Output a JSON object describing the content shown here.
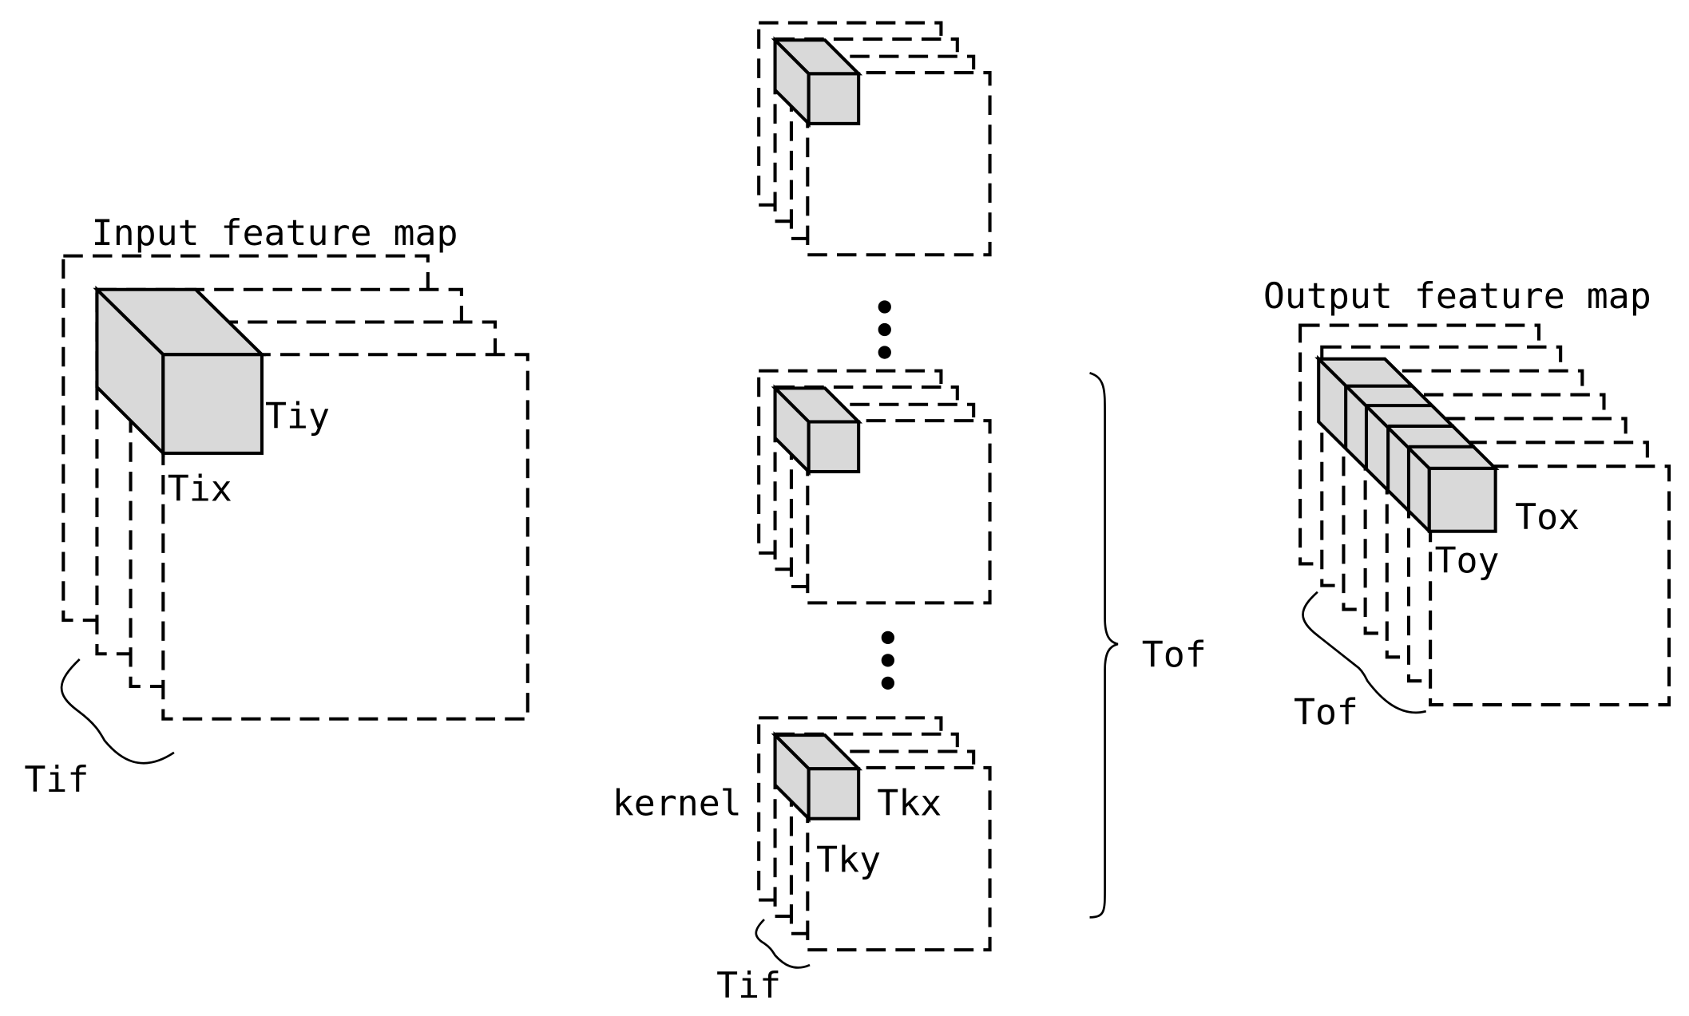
{
  "input_map": {
    "title": "Input feature map",
    "tile_x_label": "Tix",
    "tile_y_label": "Tiy",
    "channels_label": "Tif"
  },
  "kernels": {
    "kernel_label": "kernel",
    "tile_x_label": "Tkx",
    "tile_y_label": "Tky",
    "channels_label": "Tif",
    "group_label": "Tof"
  },
  "output_map": {
    "title": "Output feature map",
    "tile_x_label": "Tox",
    "tile_y_label": "Toy",
    "channels_label": "Tof"
  }
}
